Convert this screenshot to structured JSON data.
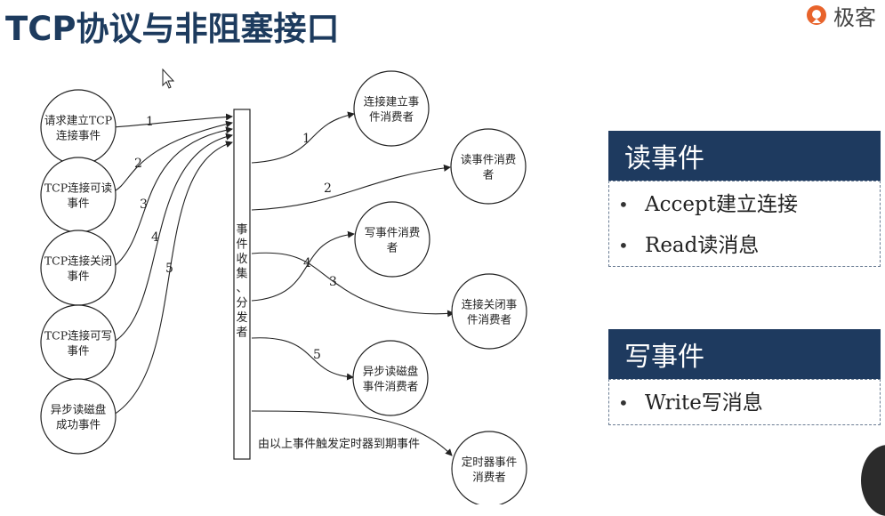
{
  "slide": {
    "title": "TCP协议与非阻塞接口",
    "logo_text": "极客"
  },
  "diagram": {
    "left_nodes": [
      {
        "lines": [
          "请求建立TCP",
          "连接事件"
        ]
      },
      {
        "lines": [
          "TCP连接可读",
          "事件"
        ]
      },
      {
        "lines": [
          "TCP连接关闭",
          "事件"
        ]
      },
      {
        "lines": [
          "TCP连接可写",
          "事件"
        ]
      },
      {
        "lines": [
          "异步读磁盘",
          "成功事件"
        ]
      }
    ],
    "left_labels": [
      "1",
      "2",
      "3",
      "4",
      "5"
    ],
    "collector_label": [
      "事",
      "件",
      "收",
      "集",
      "、",
      "分",
      "发",
      "者"
    ],
    "right_nodes": [
      {
        "lines": [
          "连接建立事",
          "件消费者"
        ]
      },
      {
        "lines": [
          "读事件消费",
          "者"
        ]
      },
      {
        "lines": [
          "写事件消费",
          "者"
        ]
      },
      {
        "lines": [
          "连接关闭事",
          "件消费者"
        ]
      },
      {
        "lines": [
          "异步读磁盘",
          "事件消费者"
        ]
      },
      {
        "lines": [
          "定时器事件",
          "消费者"
        ]
      }
    ],
    "right_labels": [
      "1",
      "2",
      "4",
      "3",
      "5"
    ],
    "timer_caption": "由以上事件触发定时器到期事件"
  },
  "read_box": {
    "title": "读事件",
    "items": [
      "Accept建立连接",
      "Read读消息"
    ]
  },
  "write_box": {
    "title": "写事件",
    "items": [
      "Write写消息"
    ]
  }
}
